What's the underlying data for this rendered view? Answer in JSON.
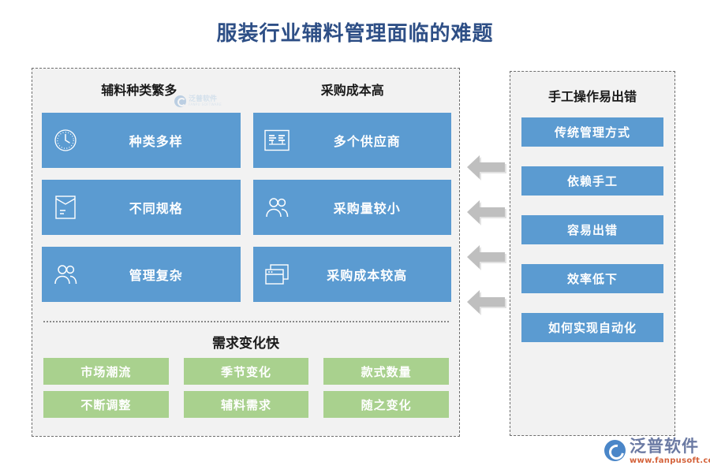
{
  "page": {
    "title": "服装行业辅料管理面临的难题"
  },
  "left_panel": {
    "column_heads": [
      "辅料种类繁多",
      "采购成本高"
    ],
    "cards": [
      [
        {
          "label": "种类多样",
          "icon": "clock-icon"
        },
        {
          "label": "多个供应商",
          "icon": "org-chart-icon"
        }
      ],
      [
        {
          "label": "不同规格",
          "icon": "envelope-icon"
        },
        {
          "label": "采购量较小",
          "icon": "users-icon"
        }
      ],
      [
        {
          "label": "管理复杂",
          "icon": "users-icon"
        },
        {
          "label": "采购成本较高",
          "icon": "windows-icon"
        }
      ]
    ],
    "watermark": {
      "name": "泛普软件",
      "sub": "FANPU SOFTWARE"
    },
    "green_section": {
      "heading": "需求变化快",
      "tags": [
        [
          "市场潮流",
          "季节变化",
          "款式数量"
        ],
        [
          "不断调整",
          "辅料需求",
          "随之变化"
        ]
      ]
    }
  },
  "arrows": {
    "direction": "left",
    "count": 4,
    "color": "#bfbfbf"
  },
  "right_panel": {
    "heading": "手工操作易出错",
    "items": [
      "传统管理方式",
      "依赖手工",
      "容易出错",
      "效率低下",
      "如何实现自动化"
    ]
  },
  "brand": {
    "name": "泛普软件",
    "url": "www.fanpusoft.com"
  },
  "colors": {
    "title": "#2e4f86",
    "card_blue": "#5b9bd1",
    "tag_green": "#a9d18e",
    "panel_bg": "#f2f2f2",
    "dash_border": "#6e6e6e",
    "arrow_gray": "#bfbfbf"
  }
}
